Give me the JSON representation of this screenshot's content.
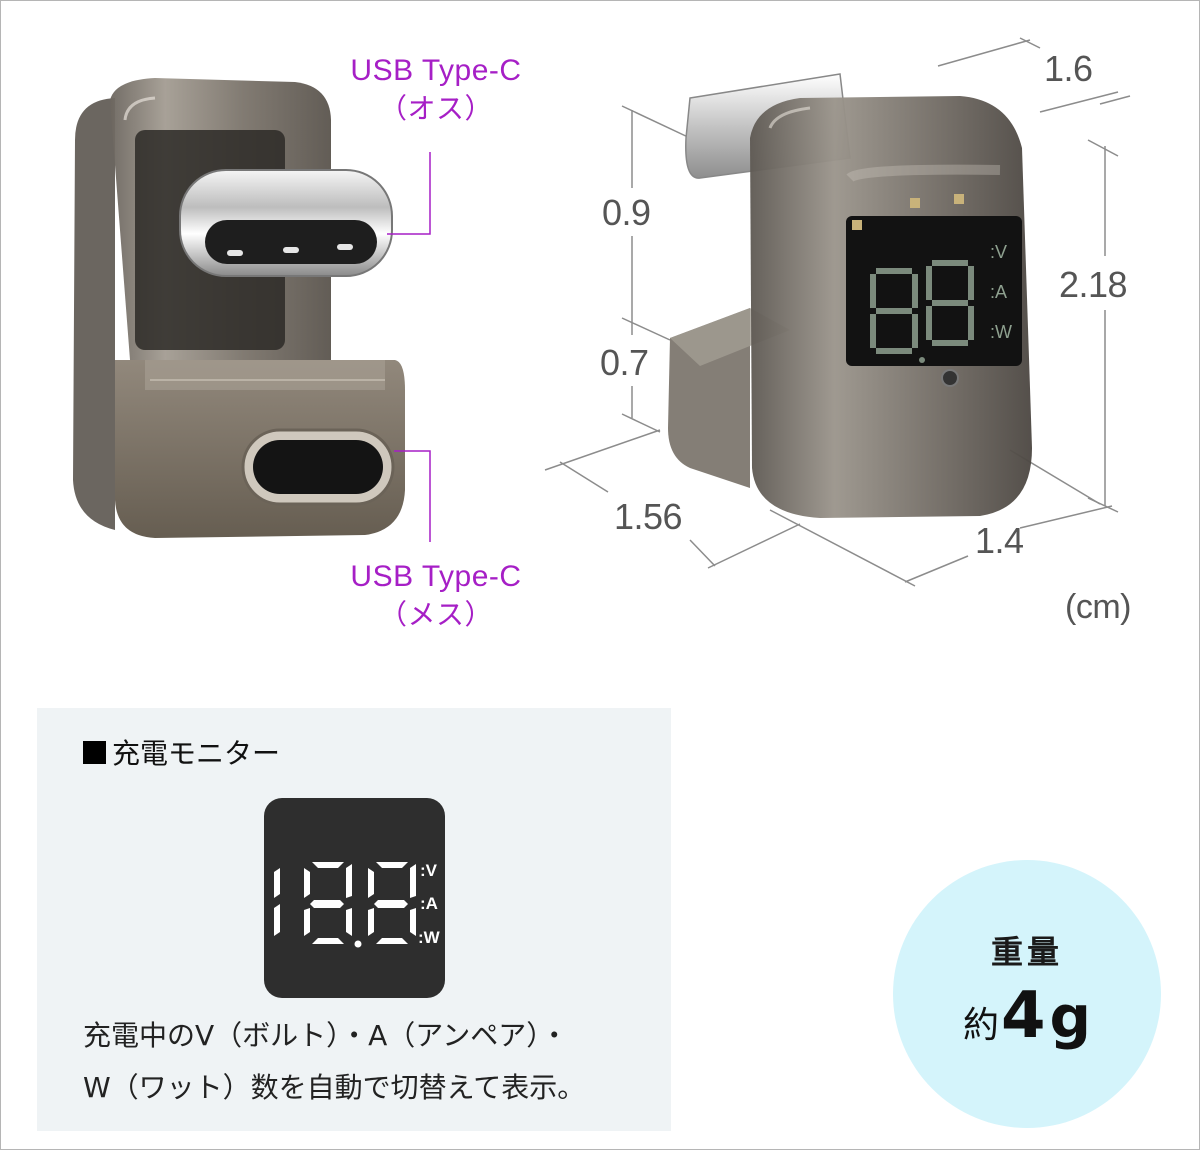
{
  "product_left": {
    "callout_top": {
      "line1": "USB Type-C",
      "line2": "（オス）"
    },
    "callout_bottom": {
      "line1": "USB Type-C",
      "line2": "（メス）"
    },
    "callout_color": "#a61fc6"
  },
  "dimensions": {
    "depth_top": "1.6",
    "upper_height": "0.9",
    "lower_height": "0.7",
    "total_height": "2.18",
    "base_depth": "1.56",
    "width": "1.4",
    "unit": "(cm)"
  },
  "monitor": {
    "title": "充電モニター",
    "display_digits": "18.8",
    "display_units": [
      ":V",
      ":A",
      ":W"
    ],
    "description_line1": "充電中のV（ボルト）・A（アンペア）・",
    "description_line2": "W（ワット）数を自動で切替えて表示。",
    "panel_bg": "#eff3f5"
  },
  "weight": {
    "label": "重量",
    "approx": "約",
    "value": "4",
    "unit": "g",
    "circle_color": "#d4f4fb"
  }
}
